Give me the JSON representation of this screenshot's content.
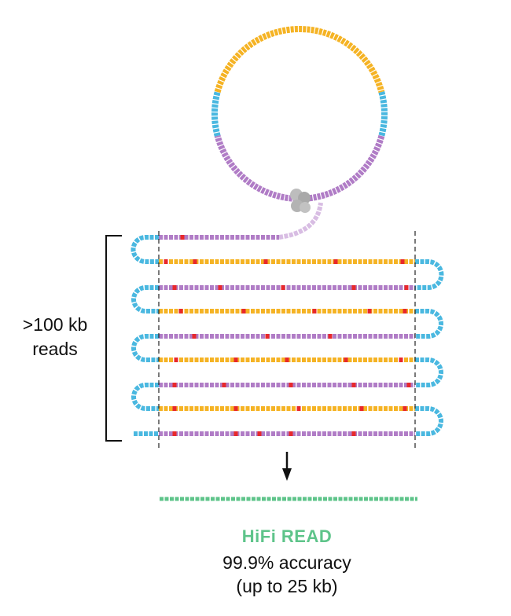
{
  "labels": {
    "read_length_line1": ">100 kb",
    "read_length_line2": "reads",
    "hifi_title": "HiFi READ",
    "accuracy": "99.9% accuracy",
    "length": "(up to 25 kb)"
  },
  "colors": {
    "insert_a": "#f5b324",
    "insert_b": "#b07cc6",
    "adapter": "#4ab8e0",
    "error": "#e8282b",
    "hifi": "#5ec48a",
    "polymerase": "#b5b5b5"
  }
}
